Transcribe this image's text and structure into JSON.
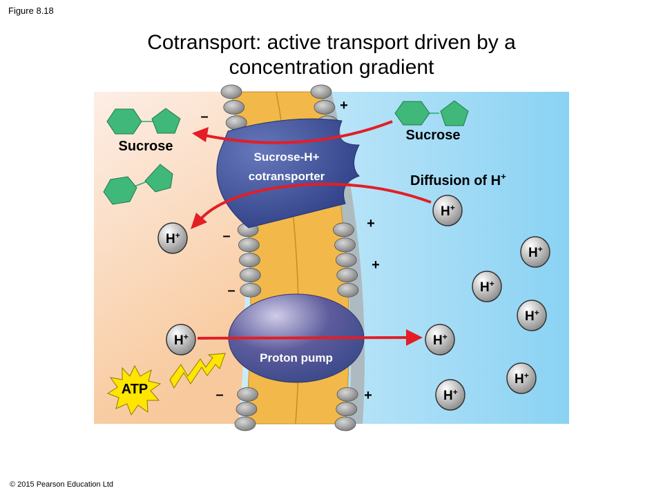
{
  "figure_label": "Figure 8.18",
  "title": {
    "line1": "Cotransport: active transport driven by a",
    "line2": "concentration gradient"
  },
  "labels": {
    "sucrose_left": "Sucrose",
    "sucrose_right": "Sucrose",
    "cotransporter_line1": "Sucrose-H+",
    "cotransporter_line2": "cotransporter",
    "diffusion": "Diffusion of H",
    "diffusion_sup": "+",
    "proton_pump": "Proton pump",
    "atp": "ATP"
  },
  "ion": {
    "symbol": "H",
    "charge": "+"
  },
  "charges": {
    "minus": "–",
    "plus": "+"
  },
  "colors": {
    "arrow": "#e31e26",
    "protein": "#3d4f96",
    "pump": "#4a4a8c",
    "sucrose": "#3fb87a",
    "atp": "#ffe500"
  },
  "copyright": "© 2015 Pearson Education Ltd"
}
